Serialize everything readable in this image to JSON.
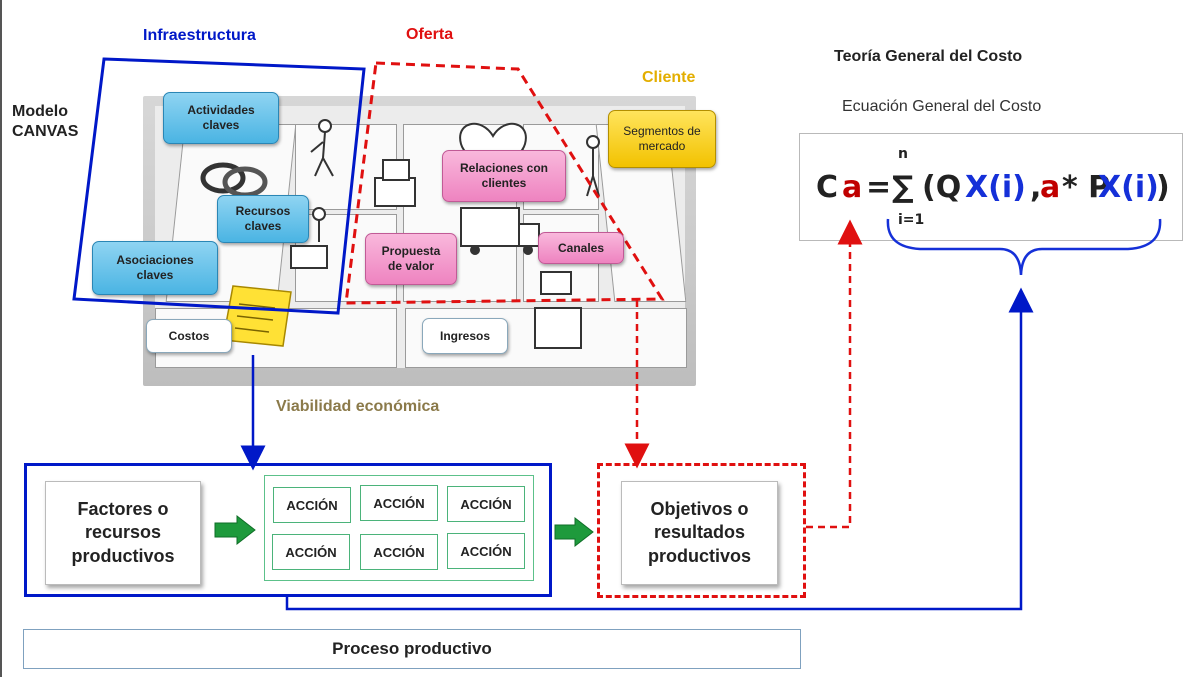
{
  "labels": {
    "modelo_line1": "Modelo",
    "modelo_line2": "CANVAS",
    "infraestructura": "Infraestructura",
    "oferta": "Oferta",
    "cliente": "Cliente",
    "viabilidad": "Viabilidad económica",
    "teoria_title": "Teoría General del Costo",
    "ecuacion_title": "Ecuación General del Costo",
    "proceso": "Proceso productivo"
  },
  "callouts": {
    "actividades": [
      "Actividades",
      "claves"
    ],
    "recursos": [
      "Recursos",
      "claves"
    ],
    "asociaciones": [
      "Asociaciones",
      "claves"
    ],
    "relaciones": [
      "Relaciones con",
      "clientes"
    ],
    "segmentos": [
      "Segmentos de",
      "mercado"
    ],
    "propuesta": [
      "Propuesta",
      "de valor"
    ],
    "canales": "Canales",
    "costos": "Costos",
    "ingresos": "Ingresos"
  },
  "process": {
    "factores": [
      "Factores o",
      "recursos",
      "productivos"
    ],
    "objetivos": [
      "Objetivos o",
      "resultados",
      "productivos"
    ],
    "acciones": [
      "ACCIÓN",
      "ACCIÓN",
      "ACCIÓN",
      "ACCIÓN",
      "ACCIÓN",
      "ACCIÓN"
    ]
  },
  "formula": {
    "c": "C",
    "a": "a",
    "eq": "=",
    "sigma": "∑",
    "upper": "n",
    "lower": "i=1",
    "open": "(Q",
    "x1": "X(i)",
    "comma": ",",
    "a2": "a",
    "times": "* P",
    "x2": "X(i)",
    "close": ")"
  },
  "colors": {
    "blue": "#0018c8",
    "red": "#e01010",
    "dark_red": "#c00000",
    "gold": "#e3ae00",
    "brown": "#8b7a4a",
    "formula_blue": "#1530d8",
    "green_arrow": "#1e9a3c"
  }
}
